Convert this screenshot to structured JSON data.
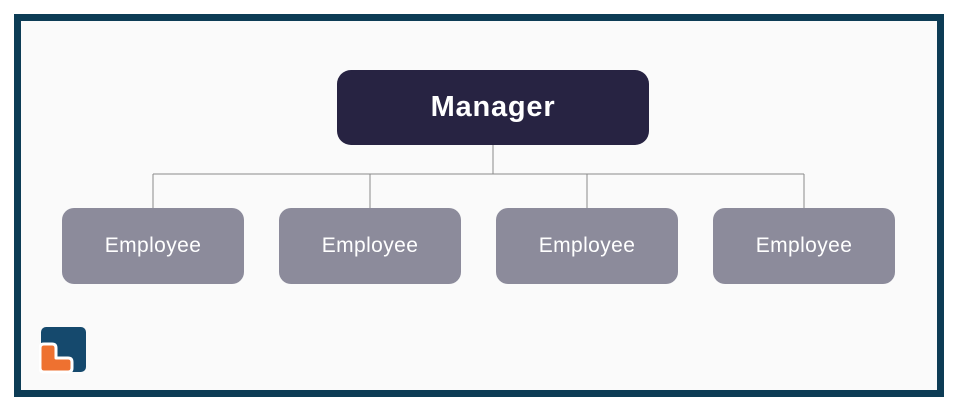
{
  "page": {
    "background": "#ffffff"
  },
  "frame": {
    "border_color": "#0d3c55",
    "fill": "#fafafa"
  },
  "diagram": {
    "type": "org-chart",
    "root": {
      "label": "Manager",
      "bg": "#272342",
      "text_color": "#ffffff"
    },
    "children": [
      {
        "label": "Employee"
      },
      {
        "label": "Employee"
      },
      {
        "label": "Employee"
      },
      {
        "label": "Employee"
      }
    ],
    "child_bg": "#8c8b9b",
    "child_text_color": "#ffffff",
    "connector_color": "#8a8a8a"
  },
  "logo": {
    "icon": "brand-logo-icon",
    "square_color": "#15496d",
    "l_color": "#ee7130"
  }
}
